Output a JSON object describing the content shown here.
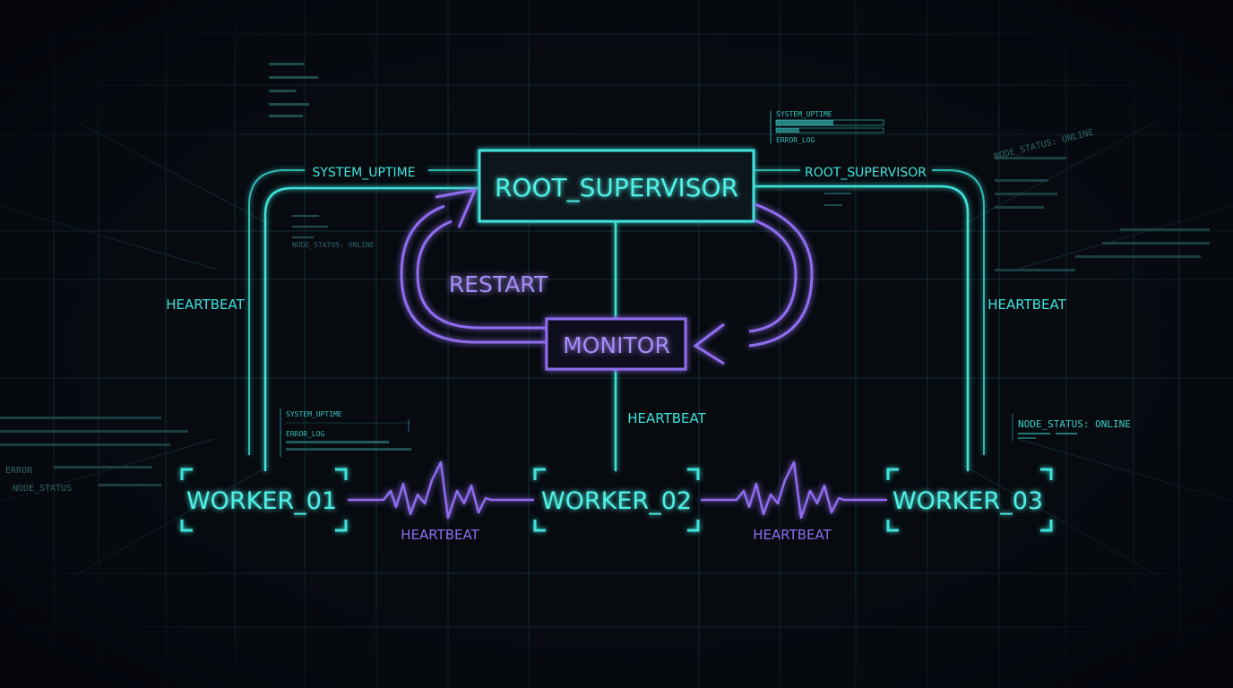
{
  "colors": {
    "background": "#070b10",
    "cyan": "#3fe3dc",
    "violet": "#8f6cf0",
    "grid": "#1a3a3e",
    "faint_text": "#2f6a6d"
  },
  "nodes": {
    "root": "ROOT_SUPERVISOR",
    "monitor": "MONITOR",
    "worker_1": "WORKER_01",
    "worker_2": "WORKER_02",
    "worker_3": "WORKER_03"
  },
  "edge_labels": {
    "system_uptime": "SYSTEM_UPTIME",
    "root_supervisor": "ROOT_SUPERVISOR",
    "restart": "RESTART",
    "heartbeat_left": "HEARTBEAT",
    "heartbeat_right": "HEARTBEAT",
    "heartbeat_center": "HEARTBEAT",
    "heartbeat_w1_w2": "HEARTBEAT",
    "heartbeat_w2_w3": "HEARTBEAT"
  },
  "hud": {
    "top_right_line1": "SYSTEM_UPTIME",
    "top_right_line2": "ERROR_LOG",
    "left_mid_line1": "SYSTEM_UPTIME",
    "left_mid_line2": "ERROR_LOG",
    "right_status": "NODE_STATUS: ONLINE",
    "upper_left_status": "NODE_STATUS: ONLINE",
    "right_vertical_status": "NODE_STATUS: ONLINE",
    "left_bg_error": "ERROR",
    "left_bg_node_status": "NODE_STATUS"
  },
  "icons": {
    "restart_arrow": "curved-arrow-icon",
    "monitor_arrow": "curved-arrow-icon",
    "pulse": "heartbeat-wave-icon",
    "corner_bracket": "corner-bracket-icon"
  }
}
